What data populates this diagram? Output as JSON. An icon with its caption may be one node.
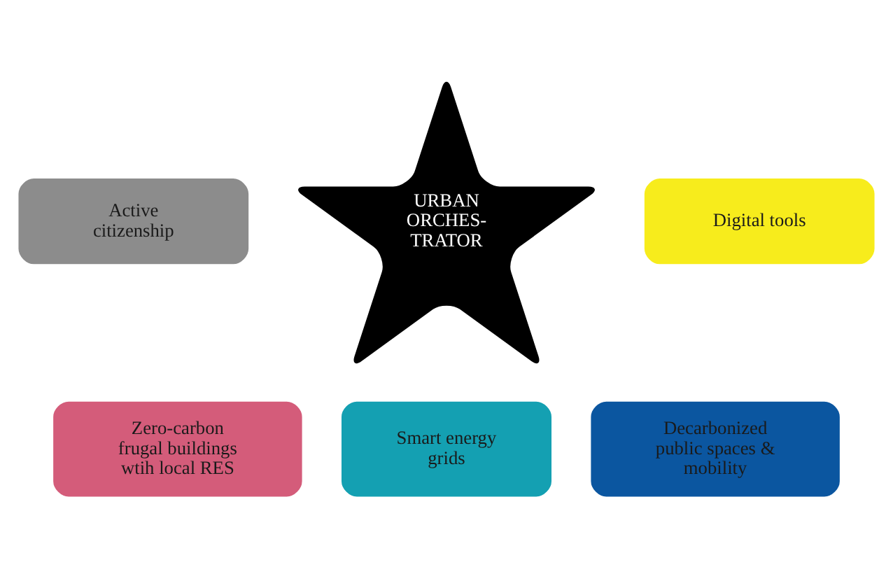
{
  "diagram": {
    "nodes": [
      {
        "text": [
          "URBAN ORCHES- TRATOR"
        ]
      },
      {
        "text": [
          "Active citizenship"
        ]
      },
      {
        "text": [
          "Digital tools"
        ]
      },
      {
        "text": [
          "Zero-carbon frugal buildings wtih local RES"
        ]
      },
      {
        "text": [
          "Smart energy grids"
        ]
      },
      {
        "text": [
          "Decarbonized public spaces & mobility"
        ]
      }
    ]
  }
}
